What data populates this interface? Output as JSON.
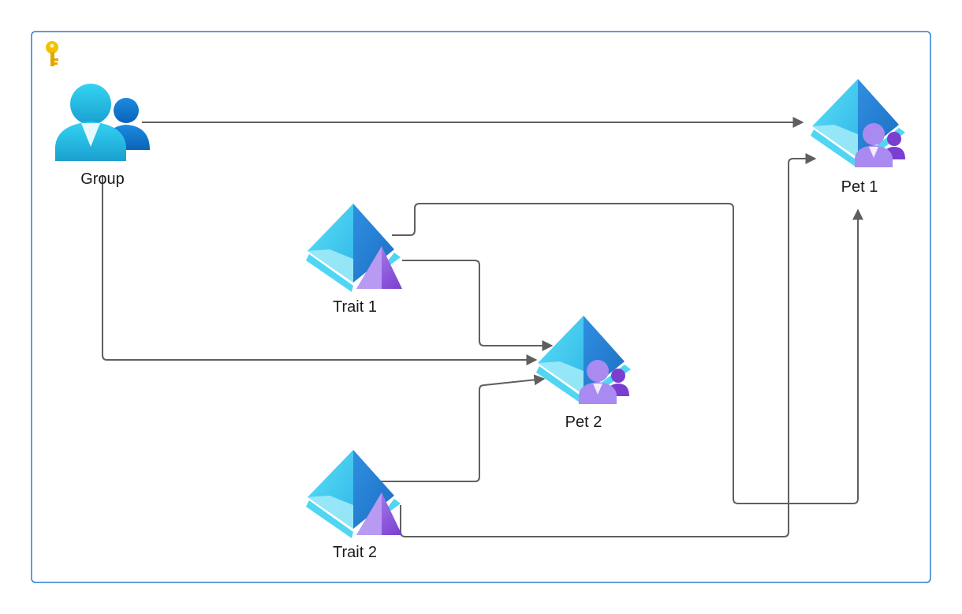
{
  "diagram": {
    "frame_color": "#2b7bd0",
    "connector_color": "#5f5f5f",
    "nodes": {
      "group": {
        "label": "Group",
        "icon": "users-icon"
      },
      "pet1": {
        "label": "Pet 1",
        "icon": "azure-ad-users-icon"
      },
      "pet2": {
        "label": "Pet 2",
        "icon": "azure-ad-users-icon"
      },
      "trait1": {
        "label": "Trait 1",
        "icon": "azure-ad-pyramid-icon"
      },
      "trait2": {
        "label": "Trait 2",
        "icon": "azure-ad-pyramid-icon"
      }
    },
    "badge": {
      "icon": "key-icon",
      "color": "#f2c200"
    }
  }
}
